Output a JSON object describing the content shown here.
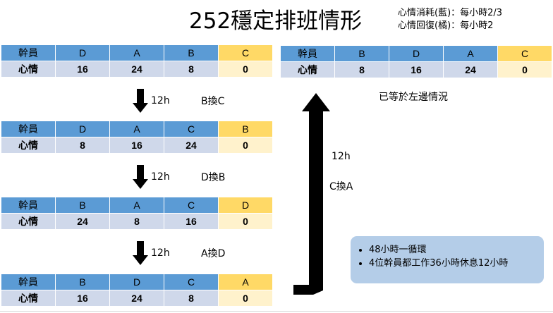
{
  "title": "252穩定排班情形",
  "legend": {
    "line1": "心情消耗(藍)：每小時2/3",
    "line2": "心情回復(橘)：每小時2"
  },
  "row_labels": {
    "header": "幹員",
    "mood": "心情"
  },
  "tables": [
    {
      "ops": [
        "D",
        "A",
        "B",
        "C"
      ],
      "mood": [
        "16",
        "24",
        "8",
        "0"
      ]
    },
    {
      "ops": [
        "D",
        "A",
        "C",
        "B"
      ],
      "mood": [
        "8",
        "16",
        "24",
        "0"
      ]
    },
    {
      "ops": [
        "B",
        "A",
        "C",
        "D"
      ],
      "mood": [
        "24",
        "8",
        "16",
        "0"
      ]
    },
    {
      "ops": [
        "B",
        "D",
        "C",
        "A"
      ],
      "mood": [
        "16",
        "24",
        "8",
        "0"
      ]
    },
    {
      "ops": [
        "B",
        "D",
        "A",
        "C"
      ],
      "mood": [
        "8",
        "16",
        "24",
        "0"
      ]
    }
  ],
  "steps": [
    {
      "time": "12h",
      "swap": "B換C"
    },
    {
      "time": "12h",
      "swap": "D換B"
    },
    {
      "time": "12h",
      "swap": "A換D"
    }
  ],
  "return_step": {
    "time": "12h",
    "swap": "C換A"
  },
  "same_as_left": "已等於左邊情況",
  "summary": [
    "48小時一循環",
    "4位幹員都工作36小時休息12小時"
  ],
  "colors": {
    "working_header": "#5b9bd5",
    "working_cell": "#cfd8ea",
    "resting_header": "#ffd966",
    "resting_cell": "#fff2cc",
    "summary_box": "#b4cde8"
  }
}
